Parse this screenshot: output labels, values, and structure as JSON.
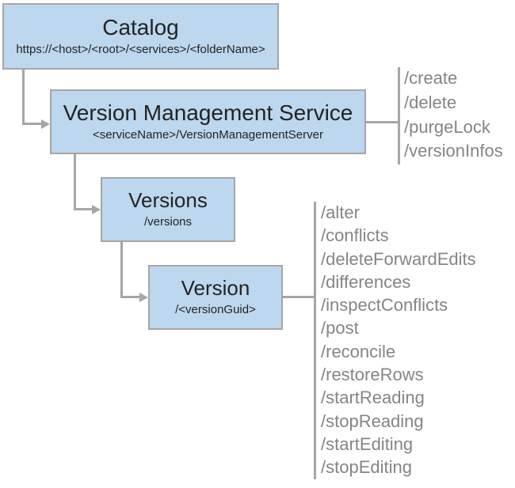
{
  "diagram": {
    "nodes": {
      "catalog": {
        "title": "Catalog",
        "subtitle": "https://<host>/<root>/<services>/<folderName>"
      },
      "version_management_service": {
        "title": "Version Management Service",
        "subtitle": "<serviceName>/VersionManagementServer"
      },
      "versions": {
        "title": "Versions",
        "subtitle": "/versions"
      },
      "version": {
        "title": "Version",
        "subtitle": "/<versionGuid>"
      }
    },
    "operations": {
      "version_management_service": [
        "/create",
        "/delete",
        "/purgeLock",
        "/versionInfos"
      ],
      "version": [
        "/alter",
        "/conflicts",
        "/deleteForwardEdits",
        "/differences",
        "/inspectConflicts",
        "/post",
        "/reconcile",
        "/restoreRows",
        "/startReading",
        "/stopReading",
        "/startEditing",
        "/stopEditing"
      ]
    },
    "colors": {
      "node_fill": "#bdd7ee",
      "node_border": "#a6a6a6",
      "connector": "#a6a6a6",
      "operation_text": "#858585",
      "node_text": "#232323"
    }
  }
}
